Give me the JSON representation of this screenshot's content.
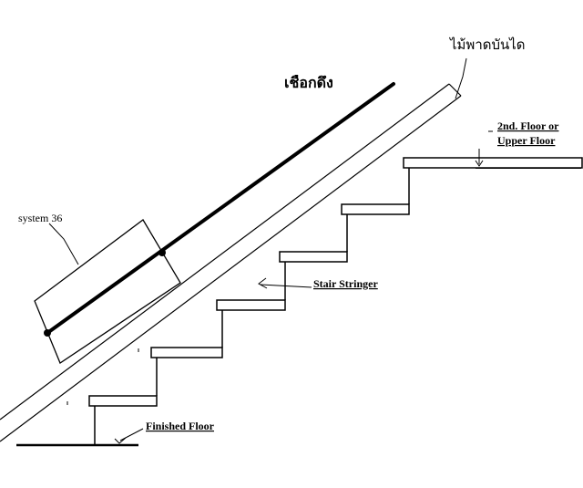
{
  "labels": {
    "rope": "เชือกดึง",
    "stair_board": "ไม้พาดบันได",
    "system": "system 36",
    "upper_floor_line1": "2nd. Floor or",
    "upper_floor_line2": "Upper Floor",
    "stringer": "Stair Stringer",
    "finished_floor": "Finished Floor"
  },
  "colors": {
    "line": "#000000",
    "background": "#ffffff"
  }
}
